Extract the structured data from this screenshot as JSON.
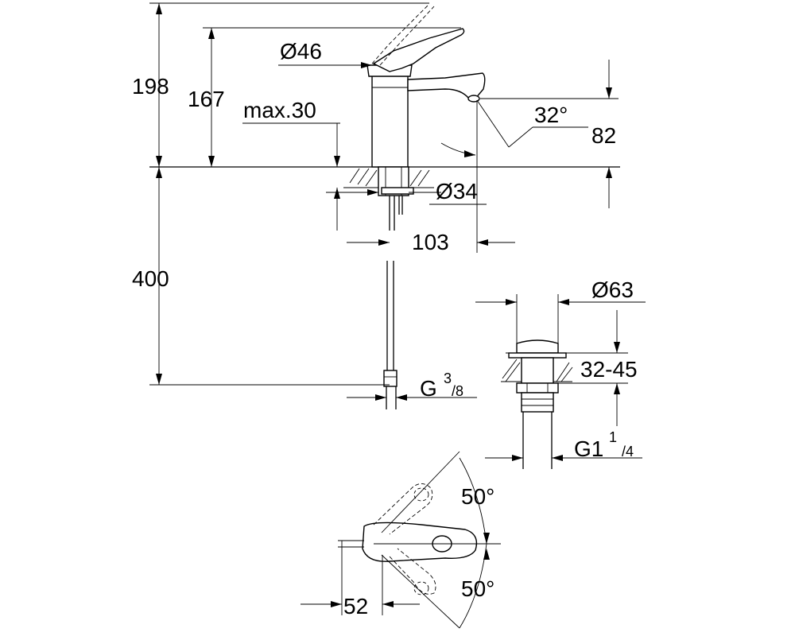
{
  "dimensions": {
    "total_height": "198",
    "spout_height": "167",
    "body_diameter": "Ø46",
    "max_deck_thickness": "max.30",
    "spout_angle": "32°",
    "outlet_height": "82",
    "hole_diameter": "Ø34",
    "projection": "103",
    "hose_length": "400",
    "hose_thread_main": "G",
    "hose_thread_num": "3",
    "hose_thread_den": "/8",
    "waste_diameter": "Ø63",
    "waste_range": "32-45",
    "waste_thread_main": "G1",
    "waste_thread_num": "1",
    "waste_thread_den": "/4",
    "lever_angle_top": "50°",
    "lever_angle_bottom": "50°",
    "lever_offset": "52"
  },
  "colors": {
    "line": "#000000",
    "background": "#ffffff"
  }
}
